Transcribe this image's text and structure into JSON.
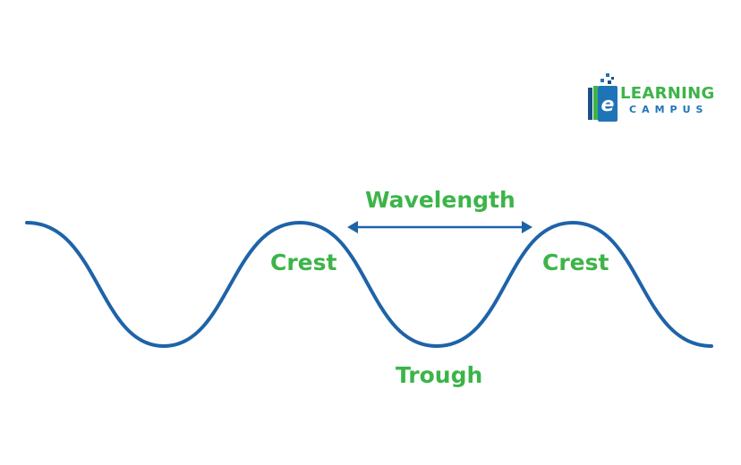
{
  "labels": {
    "wavelength": "Wavelength",
    "crest_left": "Crest",
    "crest_right": "Crest",
    "trough": "Trough"
  },
  "logo": {
    "letter": "e",
    "line1": "LEARNING",
    "line2": "CAMPUS"
  },
  "colors": {
    "wave": "#1e63a8",
    "label": "#3cb449",
    "logo_green": "#3cb449",
    "logo_blue": "#1f74b8",
    "logo_dark": "#1a4f8a"
  }
}
